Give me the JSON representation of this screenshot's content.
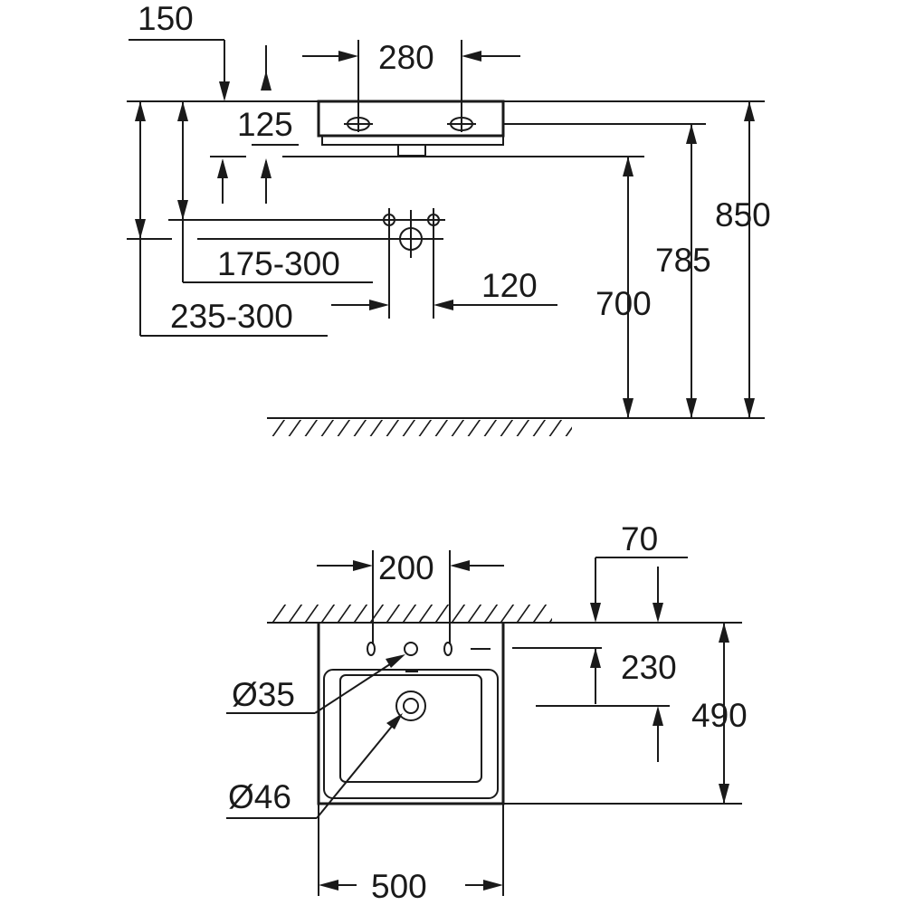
{
  "side_view": {
    "dims": {
      "d150": "150",
      "d280": "280",
      "d125": "125",
      "d175_300": "175-300",
      "d235_300": "235-300",
      "d120": "120",
      "d700": "700",
      "d785": "785",
      "d850": "850"
    }
  },
  "top_view": {
    "dims": {
      "d200": "200",
      "d70": "70",
      "d230": "230",
      "d490": "490",
      "d500": "500",
      "dia35": "Ø35",
      "dia46": "Ø46"
    }
  }
}
